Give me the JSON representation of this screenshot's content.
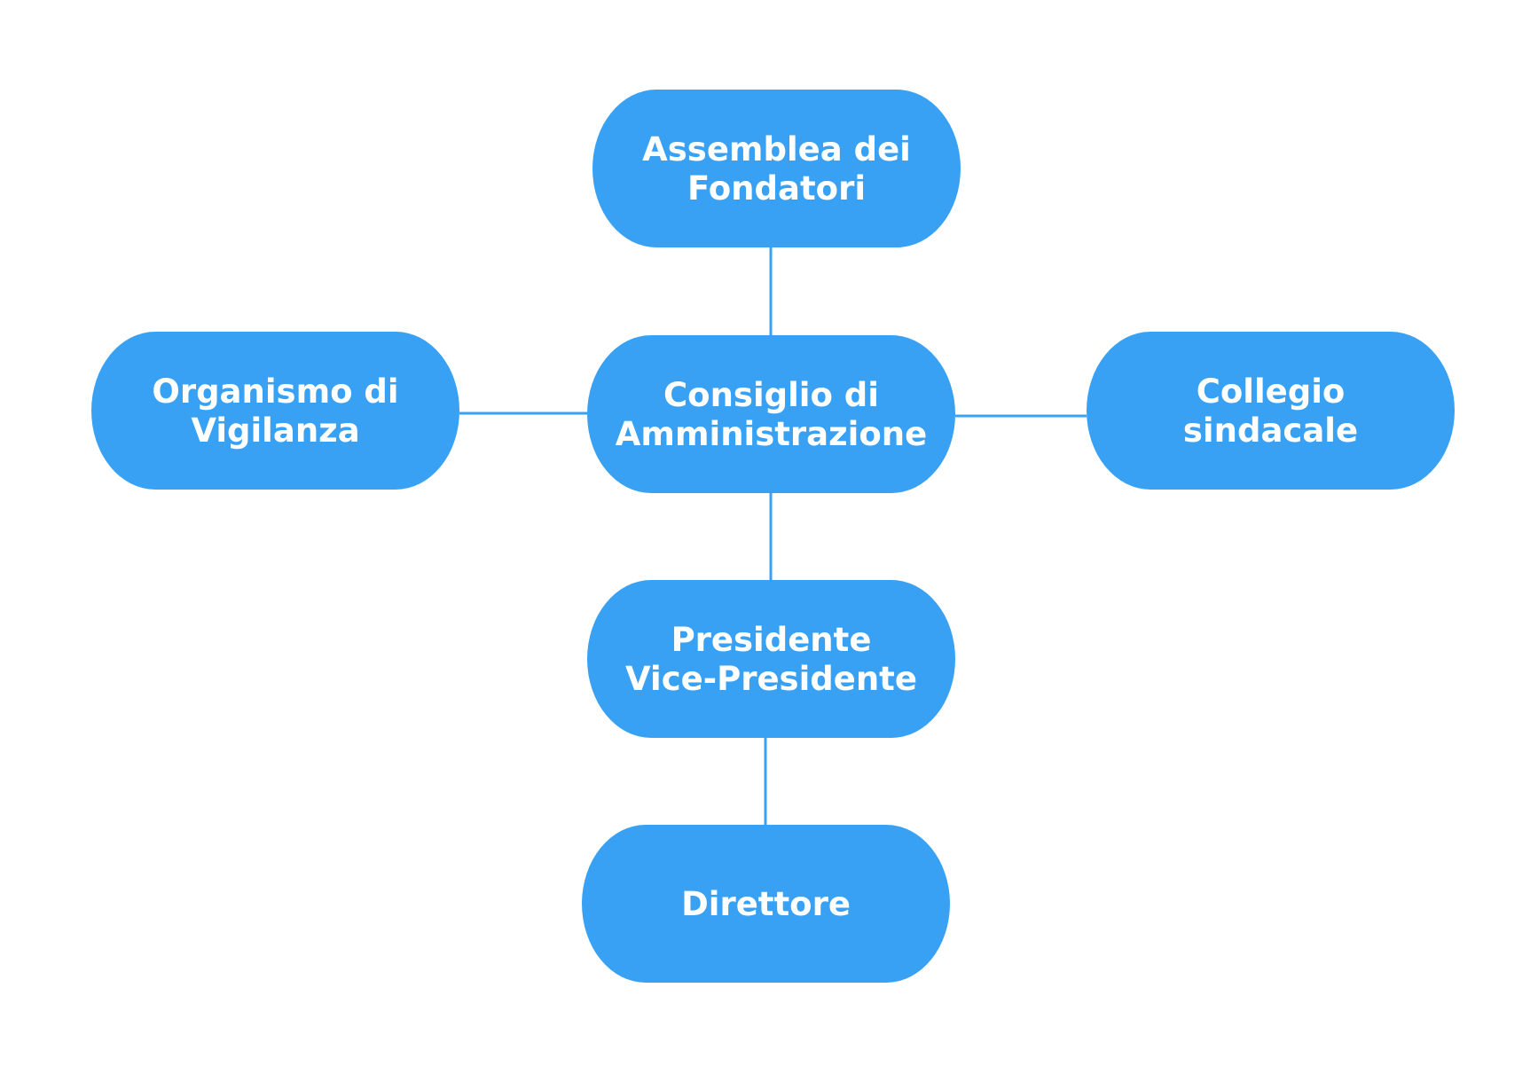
{
  "colors": {
    "node_fill": "#38a1f3",
    "connector": "#3aa2f3",
    "text": "#ffffff",
    "background": "#ffffff"
  },
  "nodes": [
    {
      "id": "assemblea",
      "lines": [
        "Assemblea dei",
        "Fondatori"
      ]
    },
    {
      "id": "consiglio",
      "lines": [
        "Consiglio di",
        "Amministrazione"
      ]
    },
    {
      "id": "organismo",
      "lines": [
        "Organismo di",
        "Vigilanza"
      ]
    },
    {
      "id": "collegio",
      "lines": [
        "Collegio",
        "sindacale"
      ]
    },
    {
      "id": "presidente",
      "lines": [
        "Presidente",
        "Vice-Presidente"
      ]
    },
    {
      "id": "direttore",
      "lines": [
        "Direttore"
      ]
    }
  ],
  "edges": [
    {
      "from": "assemblea",
      "to": "consiglio"
    },
    {
      "from": "organismo",
      "to": "consiglio"
    },
    {
      "from": "consiglio",
      "to": "collegio"
    },
    {
      "from": "consiglio",
      "to": "presidente"
    },
    {
      "from": "presidente",
      "to": "direttore"
    }
  ]
}
